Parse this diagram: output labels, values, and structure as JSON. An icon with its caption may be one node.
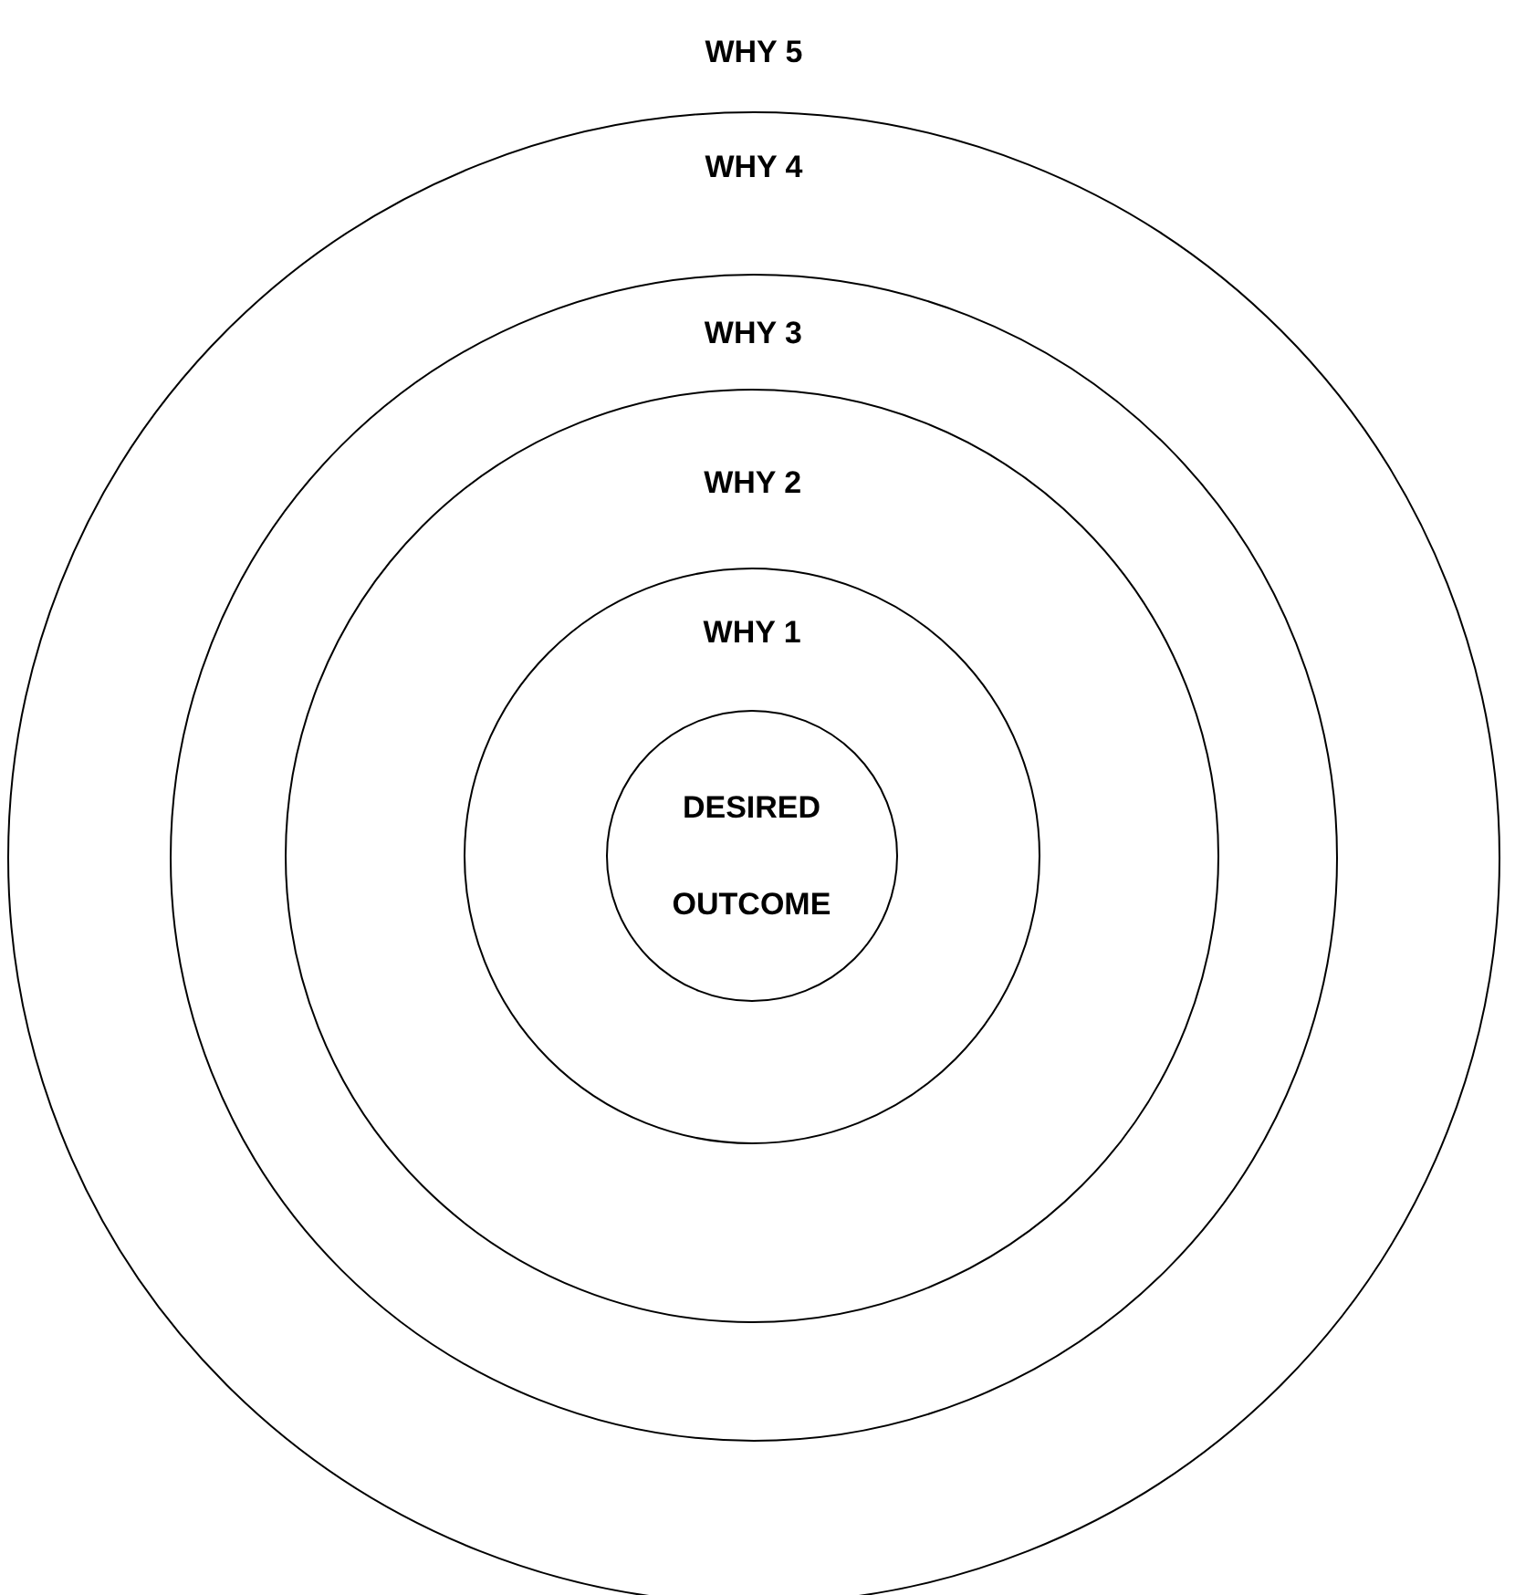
{
  "diagram": {
    "nodes": [
      {
        "text": [
          "WHY 4"
        ]
      },
      {
        "text": [
          "WHY 3"
        ],
        "in": 0
      },
      {
        "text": [
          "WHY 2"
        ],
        "in": 1
      },
      {
        "text": [
          "WHY 1"
        ],
        "in": 2
      },
      {
        "text": [
          "DESIRED OUTCOME"
        ],
        "in": 3
      }
    ],
    "labels": [
      "WHY 5"
    ]
  }
}
